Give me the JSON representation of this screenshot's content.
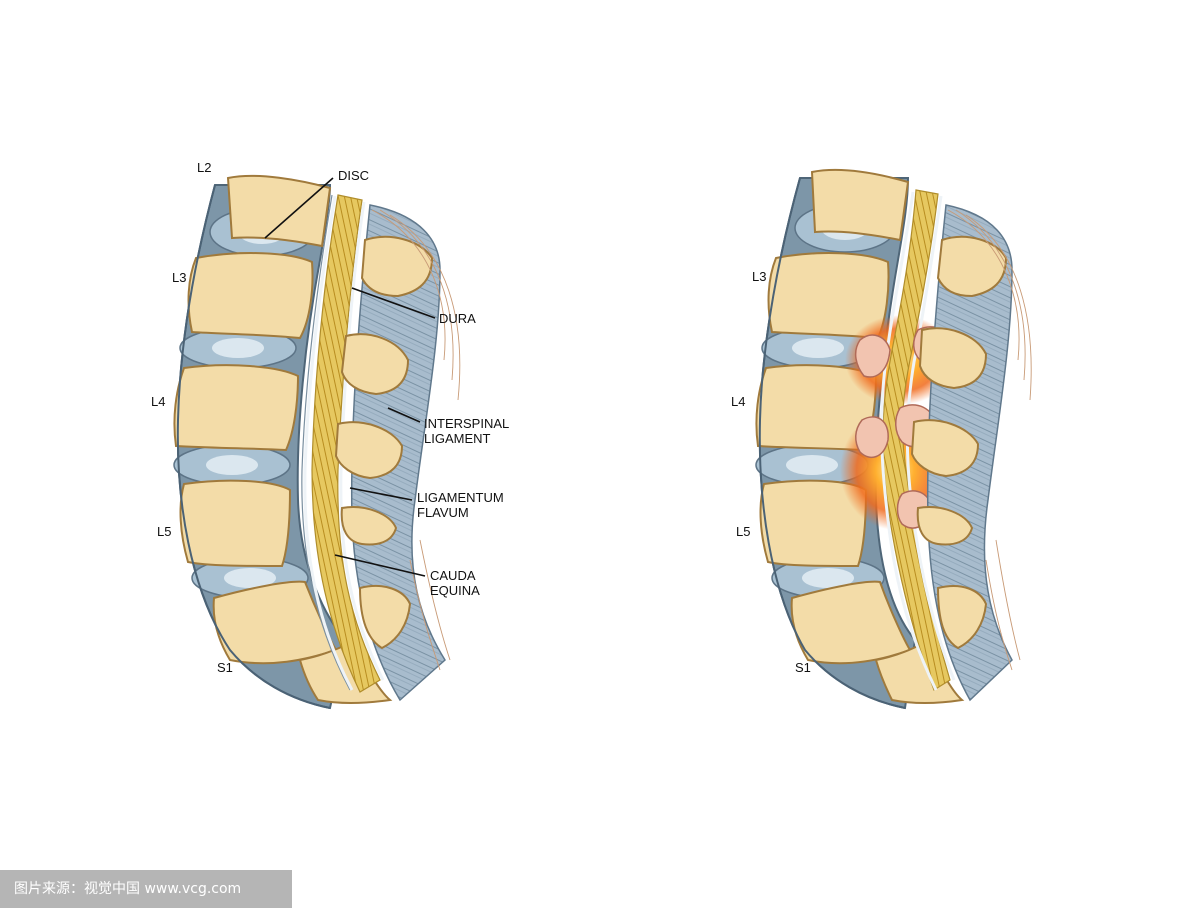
{
  "left_panel": {
    "vertebra_labels": {
      "l2": "L2",
      "l3": "L3",
      "l4": "L4",
      "l5": "L5",
      "s1": "S1"
    },
    "callouts": {
      "disc": "DISC",
      "dura": "DURA",
      "interspinal_line1": "INTERSPINAL",
      "interspinal_line2": "LIGAMENT",
      "flavum_line1": "LIGAMENTUM",
      "flavum_line2": "FLAVUM",
      "cauda_line1": "CAUDA",
      "cauda_line2": "EQUINA"
    }
  },
  "right_panel": {
    "vertebra_labels": {
      "l3": "L3",
      "l4": "L4",
      "l5": "L5",
      "s1": "S1"
    }
  },
  "watermark": {
    "text": "图片来源：视觉中国 www.vcg.com"
  },
  "colors": {
    "bone": "#f3dca8",
    "bone_pores": "#9a5440",
    "disc": "#a9c1d2",
    "cortex": "#7d96a8",
    "cauda_equina": "#e2c35a",
    "inflammation": "#f06a1c"
  }
}
